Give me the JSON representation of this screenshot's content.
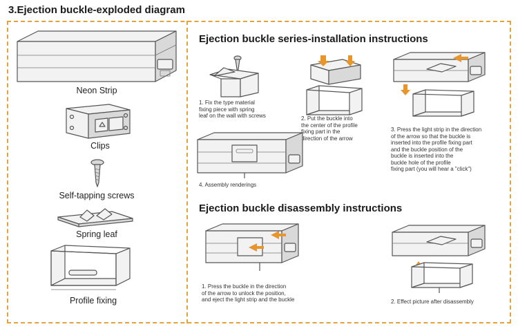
{
  "title": "3.Ejection buckle-exploded diagram",
  "colors": {
    "frame": "#e3a33a",
    "arrow": "#e8952b",
    "line": "#555555"
  },
  "parts": [
    {
      "label": "Neon Strip"
    },
    {
      "label": "Clips"
    },
    {
      "label": "Self-tapping screws"
    },
    {
      "label": "Spring leaf"
    },
    {
      "label": "Profile fixing"
    }
  ],
  "installation": {
    "title": "Ejection buckle series-installation instructions",
    "steps": [
      {
        "text": "1. Fix the type material\nfixing piece with spring\nleaf on the wall with screws"
      },
      {
        "text": "2. Put the buckle into\nthe center of the profile\nfixing part in the\ndirection of the arrow"
      },
      {
        "text": "3. Press the light strip in the direction\nof the arrow so that the buckle is\ninserted into the profile fixing part\nand the buckle position of the\nbuckle is inserted into the\nbuckle hole of the profile\nfixing part (you will hear a \"click\")"
      },
      {
        "text": "4. Assembly renderings"
      }
    ]
  },
  "disassembly": {
    "title": "Ejection buckle disassembly instructions",
    "steps": [
      {
        "text": "1. Press the buckle in the direction\nof the arrow to unlock the position,\nand eject the light strip and the buckle"
      },
      {
        "text": "2. Effect picture after disassembly"
      }
    ]
  }
}
